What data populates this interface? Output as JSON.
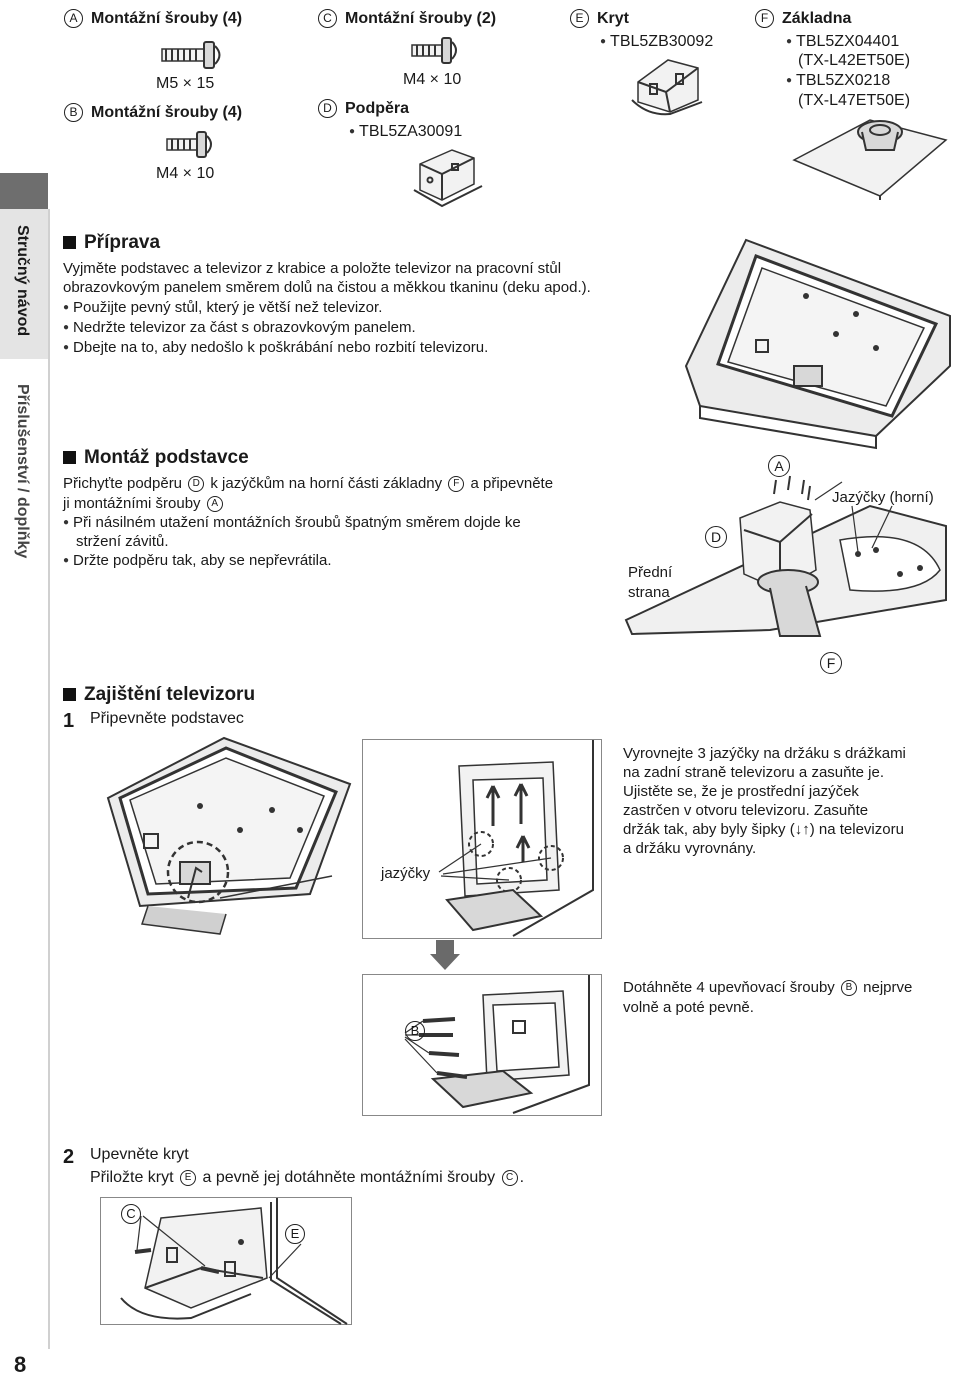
{
  "parts": {
    "a": {
      "letter": "A",
      "name": "Montážní šrouby (4)",
      "size": "M5 × 15"
    },
    "b": {
      "letter": "B",
      "name": "Montážní šrouby (4)",
      "size": "M4 × 10"
    },
    "c": {
      "letter": "C",
      "name": "Montážní šrouby (2)",
      "size": "M4 × 10"
    },
    "d": {
      "letter": "D",
      "name": "Podpěra",
      "code": "TBL5ZA30091"
    },
    "e": {
      "letter": "E",
      "name": "Kryt",
      "code": "TBL5ZB30092"
    },
    "f": {
      "letter": "F",
      "name": "Základna",
      "code1": "TBL5ZX04401",
      "model1": "(TX-L42ET50E)",
      "code2": "TBL5ZX0218",
      "model2": "(TX-L47ET50E)"
    }
  },
  "sidebar": {
    "tab1": "Stručný návod",
    "tab2": "Příslušenství / doplňky",
    "page_number": "8"
  },
  "priprava": {
    "heading": "Příprava",
    "line1": "Vyjměte podstavec a televizor z krabice a položte televizor na pracovní stůl",
    "line2": "obrazovkovým panelem směrem dolů na čistou a měkkou tkaninu (deku apod.).",
    "bullets": [
      "Použijte pevný stůl, který je větší než televizor.",
      "Nedržte televizor za část s obrazovkovým panelem.",
      "Dbejte na to, aby nedošlo k poškrábání nebo rozbití televizoru."
    ]
  },
  "montaz": {
    "heading": "Montáž podstavce",
    "line1_a": "Přichyťte podpěru",
    "line1_b": "k jazýčkům na horní části základny",
    "line1_c": "a připevněte",
    "line2": "ji montážními šrouby",
    "bullet1_a": "Při násilném utažení montážních šroubů špatným směrem dojde ke",
    "bullet1_b": "stržení závitů.",
    "bullet2": "Držte podpěru tak, aby se nepřevrátila.",
    "label_front_1": "Přední",
    "label_front_2": "strana",
    "label_tabs_top": "Jazýčky (horní)",
    "label_a": "A",
    "label_d": "D",
    "label_f": "F"
  },
  "zajisteni": {
    "heading": "Zajištění televizoru",
    "step1_num": "1",
    "step1_title": "Připevněte podstavec",
    "label_tabs": "jazýčky",
    "desc1": [
      "Vyrovnejte 3 jazýčky na držáku s drážkami",
      "na zadní straně televizoru a zasuňte je.",
      "Ujistěte se, že je prostřední jazýček",
      "zastrčen v otvoru televizoru. Zasuňte",
      "držák tak, aby byly šipky (↓↑) na televizoru",
      "a držáku vyrovnány."
    ],
    "desc2_a": "Dotáhněte 4 upevňovací šrouby",
    "desc2_b": "nejprve",
    "desc2_c": "volně a poté pevně.",
    "label_b": "B",
    "step2_num": "2",
    "step2_title": "Upevněte kryt",
    "step2_line_a": "Přiložte kryt",
    "step2_line_b": "a pevně jej dotáhněte montážními šrouby",
    "step2_line_c": ".",
    "label_c": "C",
    "label_e": "E"
  }
}
